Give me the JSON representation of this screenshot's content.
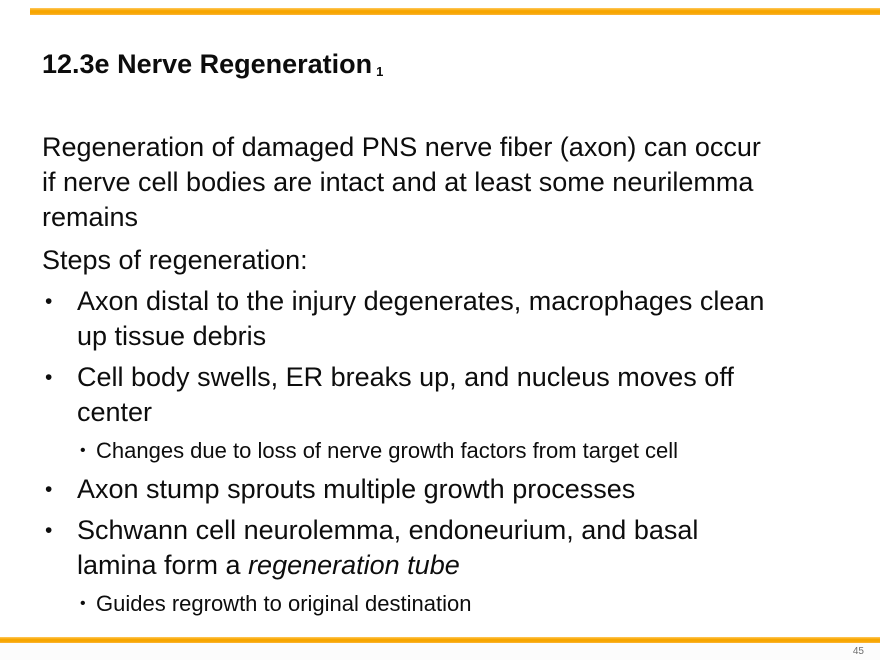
{
  "slide": {
    "title": "12.3e Nerve Regeneration",
    "title_note": "1",
    "page_number": "45",
    "accent_color": "#F7A600",
    "bullet_char": "•"
  },
  "content": {
    "intro": "Regeneration of damaged PNS nerve fiber (axon) can occur\nif nerve cell bodies are intact and at least some neurilemma\nremains",
    "steps_heading": "Steps of regeneration:",
    "bullets": [
      {
        "level": 1,
        "text": "Axon distal to the injury degenerates, macrophages clean\nup tissue debris"
      },
      {
        "level": 1,
        "text": "Cell body swells, ER breaks up, and nucleus moves off\ncenter"
      },
      {
        "level": 2,
        "text": "Changes due to loss of nerve growth factors from target cell"
      },
      {
        "level": 1,
        "text": "Axon stump sprouts multiple growth processes"
      },
      {
        "level": 1,
        "text": "Schwann cell neurolemma, endoneurium, and basal\nlamina form a ",
        "italic_text": "regeneration tube"
      },
      {
        "level": 2,
        "text": "Guides regrowth to original destination"
      }
    ]
  }
}
